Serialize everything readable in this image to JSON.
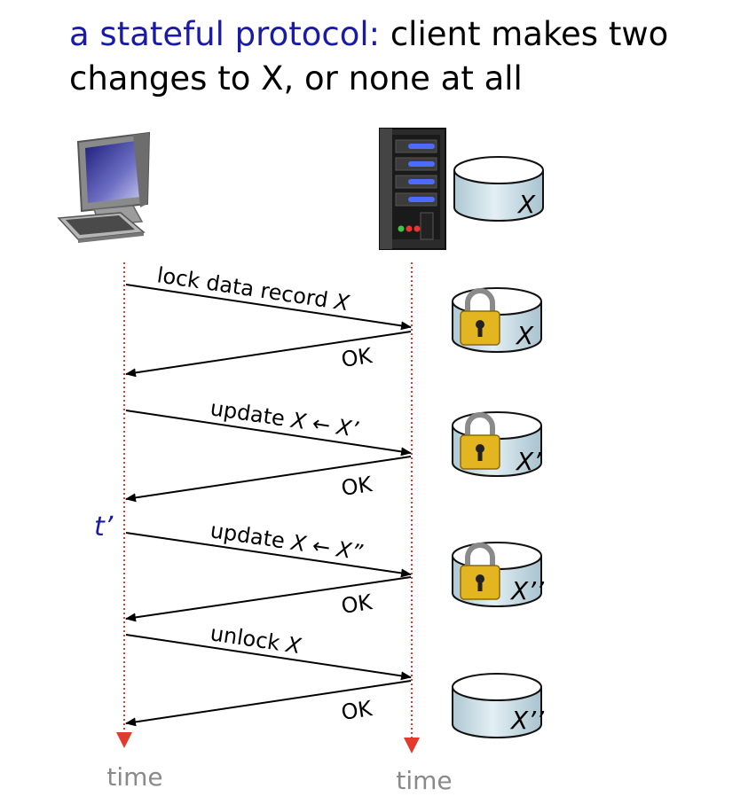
{
  "title": {
    "accent": "a stateful protocol:",
    "rest": " client makes two changes to X, or none at all"
  },
  "colors": {
    "accent": "#1a1aa6",
    "timeline": "#e23b2e",
    "arrow": "#000000",
    "db_fill": "#c7dbe4",
    "lock_body": "#e3b521"
  },
  "icons": {
    "client": "desktop-computer-icon",
    "server": "server-tower-icon",
    "database": "database-cylinder-icon",
    "lock": "padlock-icon"
  },
  "time_labels": {
    "client": "time",
    "server": "time"
  },
  "t_prime": "t’",
  "messages": [
    {
      "dir": "to-server",
      "text": "lock data record ",
      "var": "X"
    },
    {
      "dir": "to-client",
      "text": "OK",
      "var": ""
    },
    {
      "dir": "to-server",
      "text": "update ",
      "var": "X ← X’"
    },
    {
      "dir": "to-client",
      "text": "OK",
      "var": ""
    },
    {
      "dir": "to-server",
      "text": "update ",
      "var": "X ← X”"
    },
    {
      "dir": "to-client",
      "text": "OK",
      "var": ""
    },
    {
      "dir": "to-server",
      "text": "unlock ",
      "var": "X"
    },
    {
      "dir": "to-client",
      "text": "OK",
      "var": ""
    }
  ],
  "db_states": [
    {
      "label": "X",
      "locked": false
    },
    {
      "label": "X",
      "locked": true
    },
    {
      "label": "X’",
      "locked": true
    },
    {
      "label": "X’’",
      "locked": true
    },
    {
      "label": "X’’",
      "locked": false
    }
  ]
}
